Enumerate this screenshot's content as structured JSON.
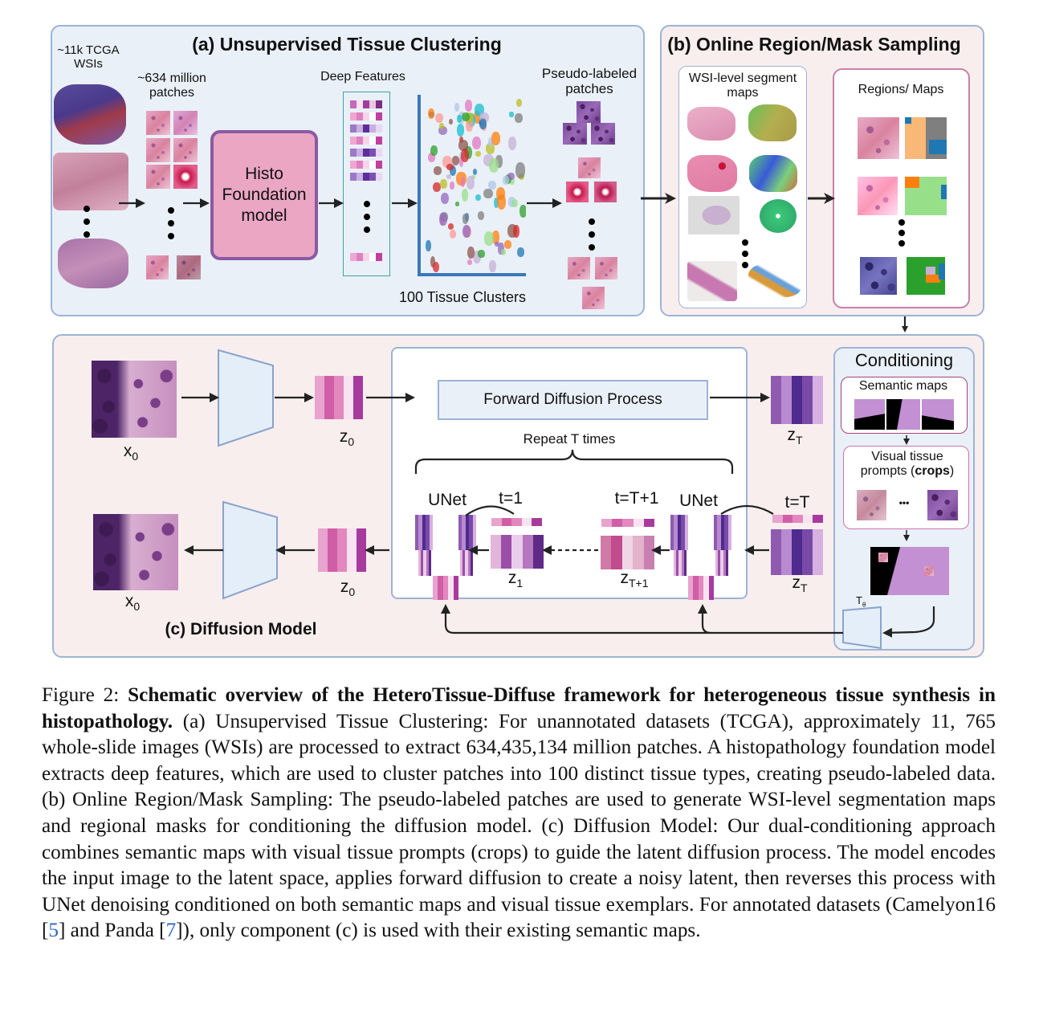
{
  "figure": {
    "panel_a": {
      "title": "(a) Unsupervised Tissue Clustering",
      "wsis_label_line1": "~11k TCGA",
      "wsis_label_line2": "WSIs",
      "patches_label_line1": "~634 million",
      "patches_label_line2": "patches",
      "model_label_line1": "Histo",
      "model_label_line2": "Foundation",
      "model_label_line3": "model",
      "features_label": "Deep Features",
      "clusters_label": "100 Tissue Clusters",
      "pseudo_label_line1": "Pseudo-labeled",
      "pseudo_label_line2": "patches",
      "model_color": "#eaa6c3",
      "model_border": "#8a5aa3"
    },
    "panel_b": {
      "title": "(b) Online Region/Mask Sampling",
      "wsi_maps_line1": "WSI-level segment",
      "wsi_maps_line2": "maps",
      "regions_label": "Regions/ Maps"
    },
    "panel_c": {
      "title": "(c) Diffusion Model",
      "x0": "x",
      "x0_sub": "0",
      "encoder": "ε",
      "decoder": "D",
      "z0": "z",
      "z0_sub": "0",
      "forward": "Forward Diffusion Process",
      "zT": "z",
      "zT_sub": "T",
      "repeat": "Repeat T times",
      "unet1": "UNet",
      "unet2": "UNet",
      "t1": "t=1",
      "tT1": "t=T+1",
      "tT": "t=T",
      "z1": "z",
      "z1_sub": "1",
      "zT1": "z",
      "zT1_sub": "T+1",
      "conditioning": {
        "title": "Conditioning",
        "semantic_maps": "Semantic maps",
        "prompts_line1": "Visual tissue",
        "prompts_line2_pre": "prompts (",
        "prompts_line2_bold": "crops",
        "prompts_line2_post": ")",
        "ellipsis": "•••",
        "tau": "T",
        "tau_sub": "θ",
        "encoder": "ε"
      }
    }
  },
  "caption": {
    "label": "Figure 2: ",
    "bold_title": "Schematic overview of the HeteroTissue-Diffuse framework for heterogeneous tissue synthesis in histopathology.",
    "body_1": " (a) Unsupervised Tissue Clustering: For unannotated datasets (TCGA), approximately 11, 765 whole-slide images (WSIs) are processed to extract 634,435,134 million patches. A histopathology foundation model extracts deep features, which are used to cluster patches into 100 distinct tissue types, creating pseudo-labeled data. (b) Online Region/Mask Sampling: The pseudo-labeled patches are used to generate WSI-level segmentation maps and regional masks for conditioning the diffusion model. (c) Diffusion Model: Our dual-conditioning approach combines semantic maps with visual tissue prompts (crops) to guide the latent diffusion process. The model encodes the input image to the latent space, applies forward diffusion to create a noisy latent, then reverses this process with UNet denoising conditioned on both semantic maps and visual tissue exemplars. For annotated datasets (Camelyon16 [",
    "ref_1": "5",
    "body_2": "] and Panda [",
    "ref_2": "7",
    "body_3": "]), only component (c) is used with their existing semantic maps."
  },
  "colors": {
    "panel_blue_bg": "#e9f0f8",
    "panel_pink_bg": "#f8eeee",
    "panel_border": "#9db3d6",
    "latent_z0": [
      "#e8a3cf",
      "#d05ea6",
      "#e387bf",
      "#f8e3f1",
      "#a83a9e"
    ],
    "latent_zT": [
      "#8e5bb0",
      "#b88ad0",
      "#4f2a8f",
      "#7a4aa8",
      "#d6b0e0"
    ],
    "latent_z1": [
      "#e2b6dc",
      "#9a4ea8",
      "#eacdea",
      "#b577c0",
      "#5e2a86"
    ],
    "latent_zT1": [
      "#d07aa6",
      "#c04c8e",
      "#efd6e6",
      "#e3b3cc",
      "#c97fb0"
    ],
    "feature_rows": [
      [
        "#c56ab8",
        "#fbe3f3",
        "#9d3f9a",
        "#ecc5e4",
        "#7a2f86"
      ],
      [
        "#f0a6d3",
        "#e07fbf",
        "#f6d5ea",
        "#fff",
        "#c23f9d"
      ],
      [
        "#9d77c8",
        "#c9b0e3",
        "#5b2e9a",
        "#c9b0e3",
        "#e9d7f3"
      ],
      [
        "#f0a6d3",
        "#e07fbf",
        "#f6d5ea",
        "#fff",
        "#c23f9d"
      ],
      [
        "#9d77c8",
        "#c9b0e3",
        "#5b2e9a",
        "#7d4fb2",
        "#e9d7f3"
      ],
      [
        "#f0a6d3",
        "#e07fbf",
        "#f6d5ea",
        "#fff",
        "#c23f9d"
      ],
      [
        "#9d77c8",
        "#c9b0e3",
        "#5b2e9a",
        "#7d4fb2",
        "#e9d7f3"
      ]
    ]
  }
}
